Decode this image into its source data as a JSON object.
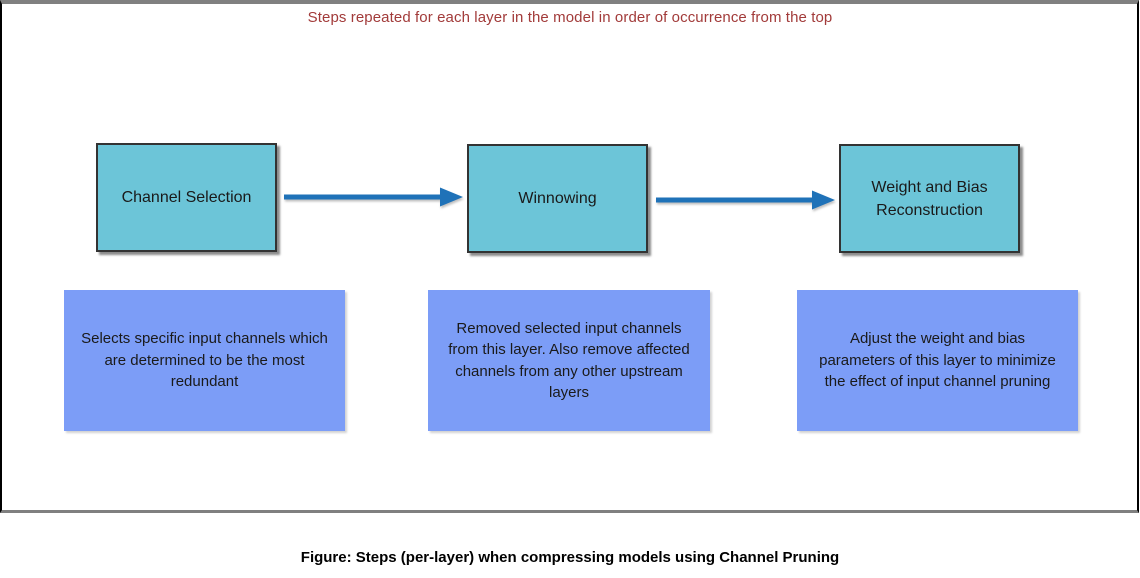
{
  "header": {
    "title": "Steps repeated for each layer in the model in order of occurrence from the top"
  },
  "steps": [
    {
      "label": "Channel Selection",
      "description": "Selects specific input channels which are determined to be the most redundant"
    },
    {
      "label": "Winnowing",
      "description": "Removed selected input channels from this layer. Also remove affected channels from any other upstream layers"
    },
    {
      "label": "Weight and Bias Reconstruction",
      "description": "Adjust the weight and bias parameters of this layer to minimize the effect of input channel pruning"
    }
  ],
  "footer": {
    "caption": "Figure: Steps (per-layer) when compressing models using Channel Pruning"
  },
  "icons": {
    "arrow": "arrow-right-icon"
  },
  "colors": {
    "teal_fill": "#6CC5D8",
    "teal_border": "#333333",
    "blue_fill": "#7C9DF7",
    "arrow_blue": "#1F72B8",
    "title_red": "#A23B3A",
    "frame_gray": "#808080",
    "frame_dark": "#000000",
    "text_dark": "#1A1A1A"
  }
}
